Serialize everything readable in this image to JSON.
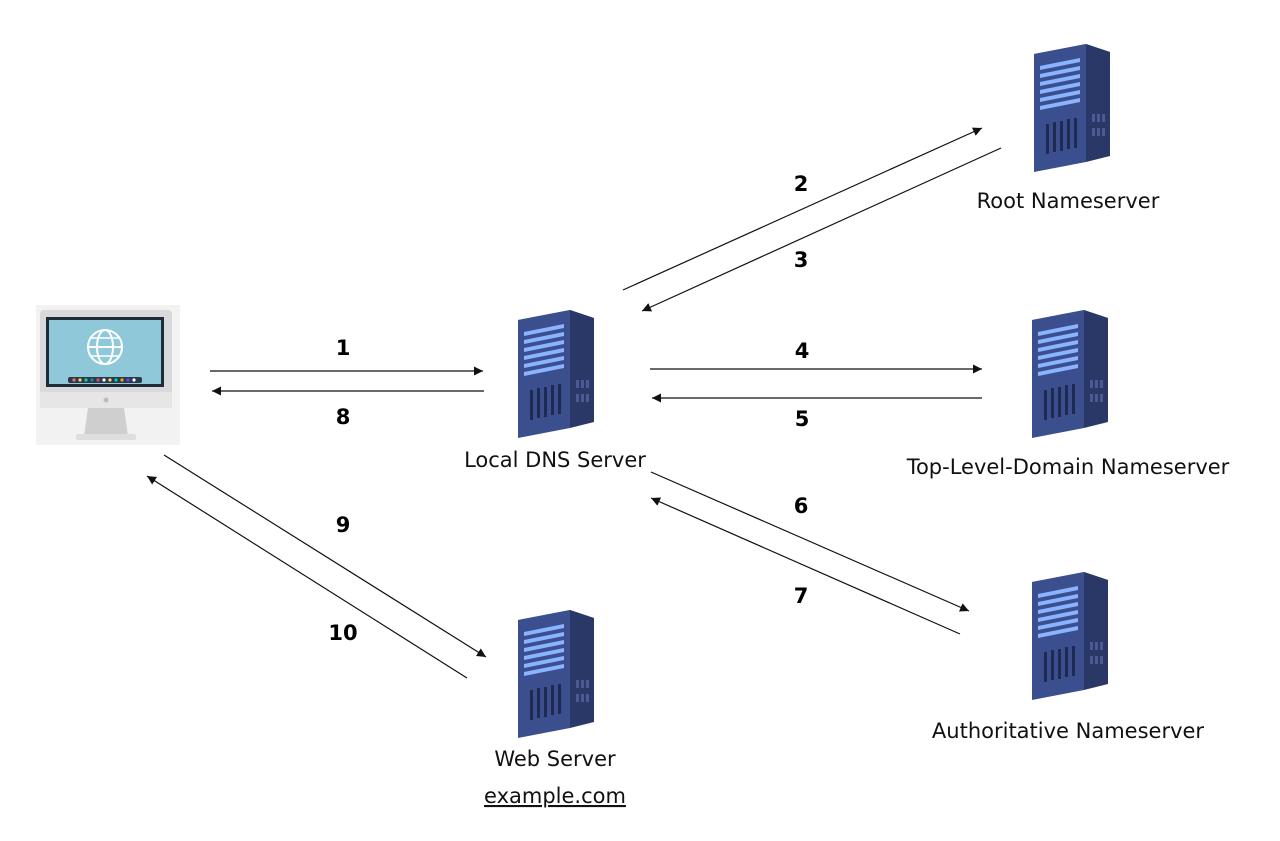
{
  "nodes": {
    "client": {
      "label": ""
    },
    "local_dns": {
      "label": "Local DNS Server"
    },
    "root": {
      "label": "Root Nameserver"
    },
    "tld": {
      "label": "Top-Level-Domain Nameserver"
    },
    "authoritative": {
      "label": "Authoritative Nameserver"
    },
    "web": {
      "label": "Web Server",
      "sublabel": "example.com"
    }
  },
  "steps": {
    "s1": "1",
    "s2": "2",
    "s3": "3",
    "s4": "4",
    "s5": "5",
    "s6": "6",
    "s7": "7",
    "s8": "8",
    "s9": "9",
    "s10": "10"
  },
  "colors": {
    "server_front": "#3b4f8f",
    "server_side": "#2a3868",
    "server_top": "#5a6fb0",
    "server_light": "#8ab4ff",
    "monitor_frame": "#d9d9d9",
    "monitor_screen": "#8fc9d9",
    "arrow": "#111111"
  },
  "icons": {
    "client": "desktop-computer-icon",
    "server": "server-tower-icon"
  }
}
